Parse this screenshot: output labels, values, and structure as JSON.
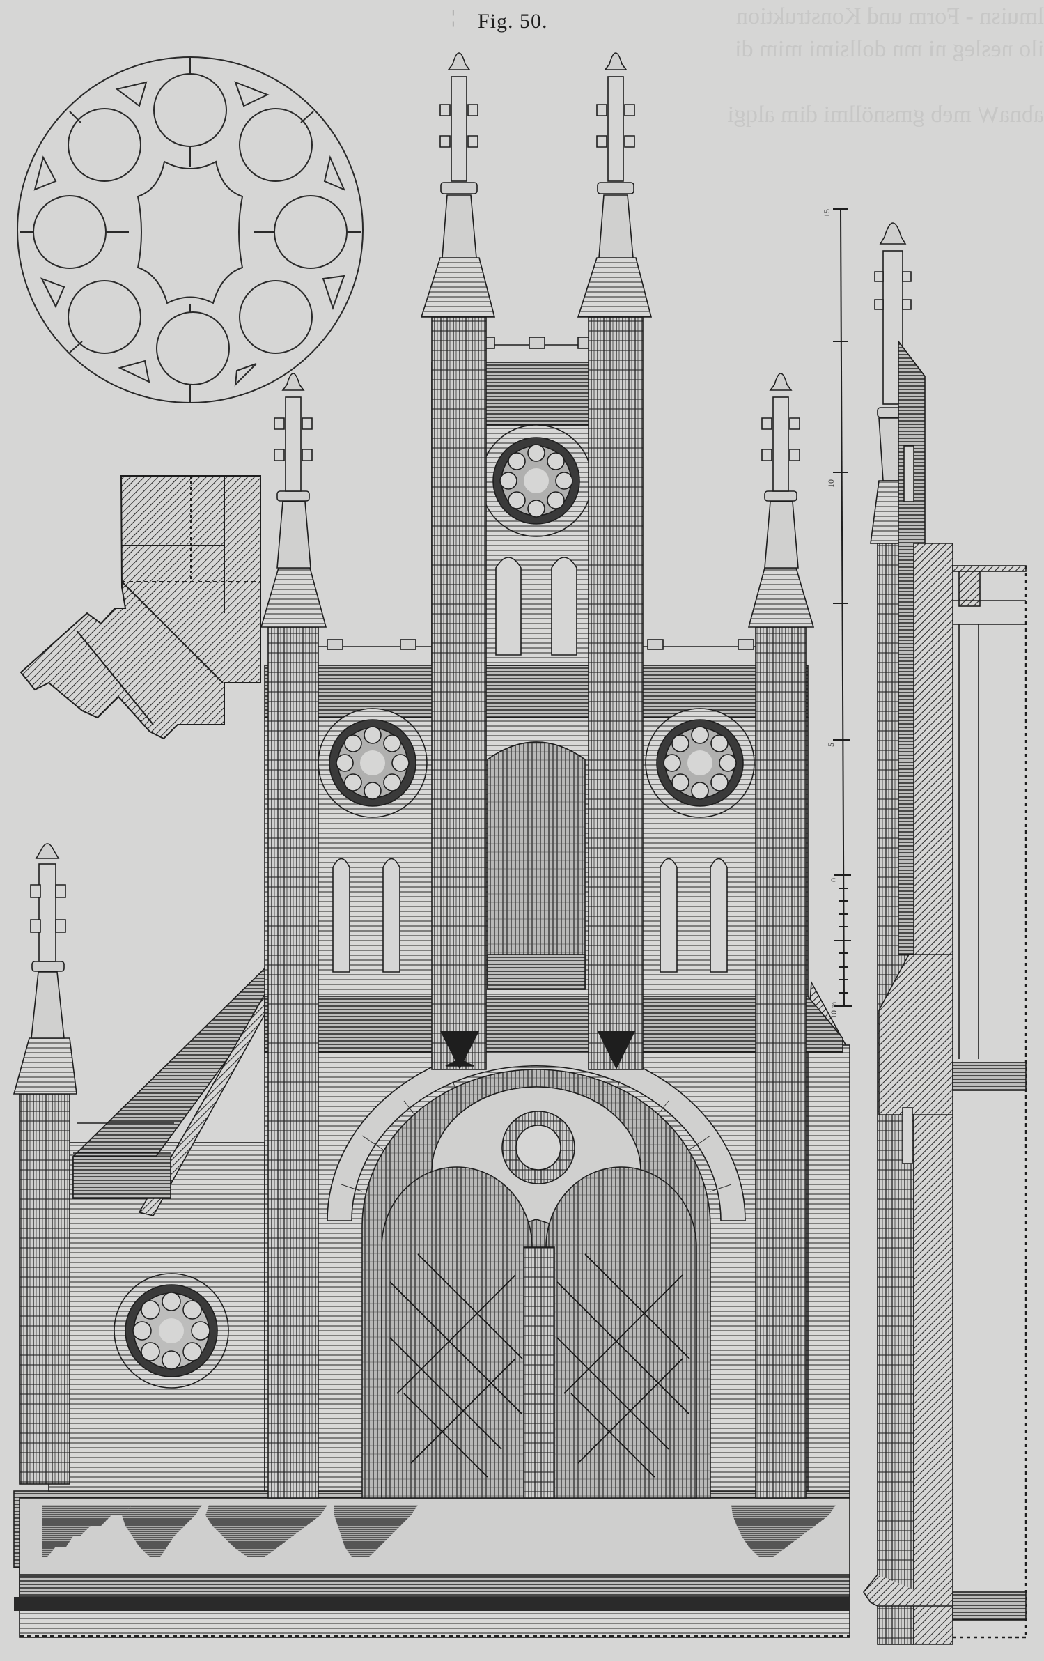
{
  "page": {
    "figure_caption": "Fig. 50.",
    "caption_mark": "¦",
    "bleed_through_lines": [
      "lmuisn - Form und Konstruktion",
      "ilo nesleg ni mn dollsimi mim di",
      "",
      "abnaW meb gmsnöllmi dim alqgi",
      "",
      "",
      "",
      "",
      "",
      ""
    ]
  },
  "drawing": {
    "subject": "Gothic church west front elevation with tower, section and details",
    "parts": [
      {
        "id": "rose-window-detail",
        "label": "rose window tracery detail"
      },
      {
        "id": "pier-plan",
        "label": "pier plan section"
      },
      {
        "id": "west-elevation",
        "label": "west front elevation"
      },
      {
        "id": "side-section",
        "label": "wall section"
      },
      {
        "id": "scale-bar",
        "label": "scale bar"
      }
    ]
  },
  "scale_bar": {
    "labels": [
      "15",
      "10",
      "5",
      "0",
      "10 m"
    ],
    "top_label": "15"
  },
  "colors": {
    "paper": "#d6d6d5",
    "ink": "#1e1e1e",
    "bleed": "#c2c2c1"
  }
}
